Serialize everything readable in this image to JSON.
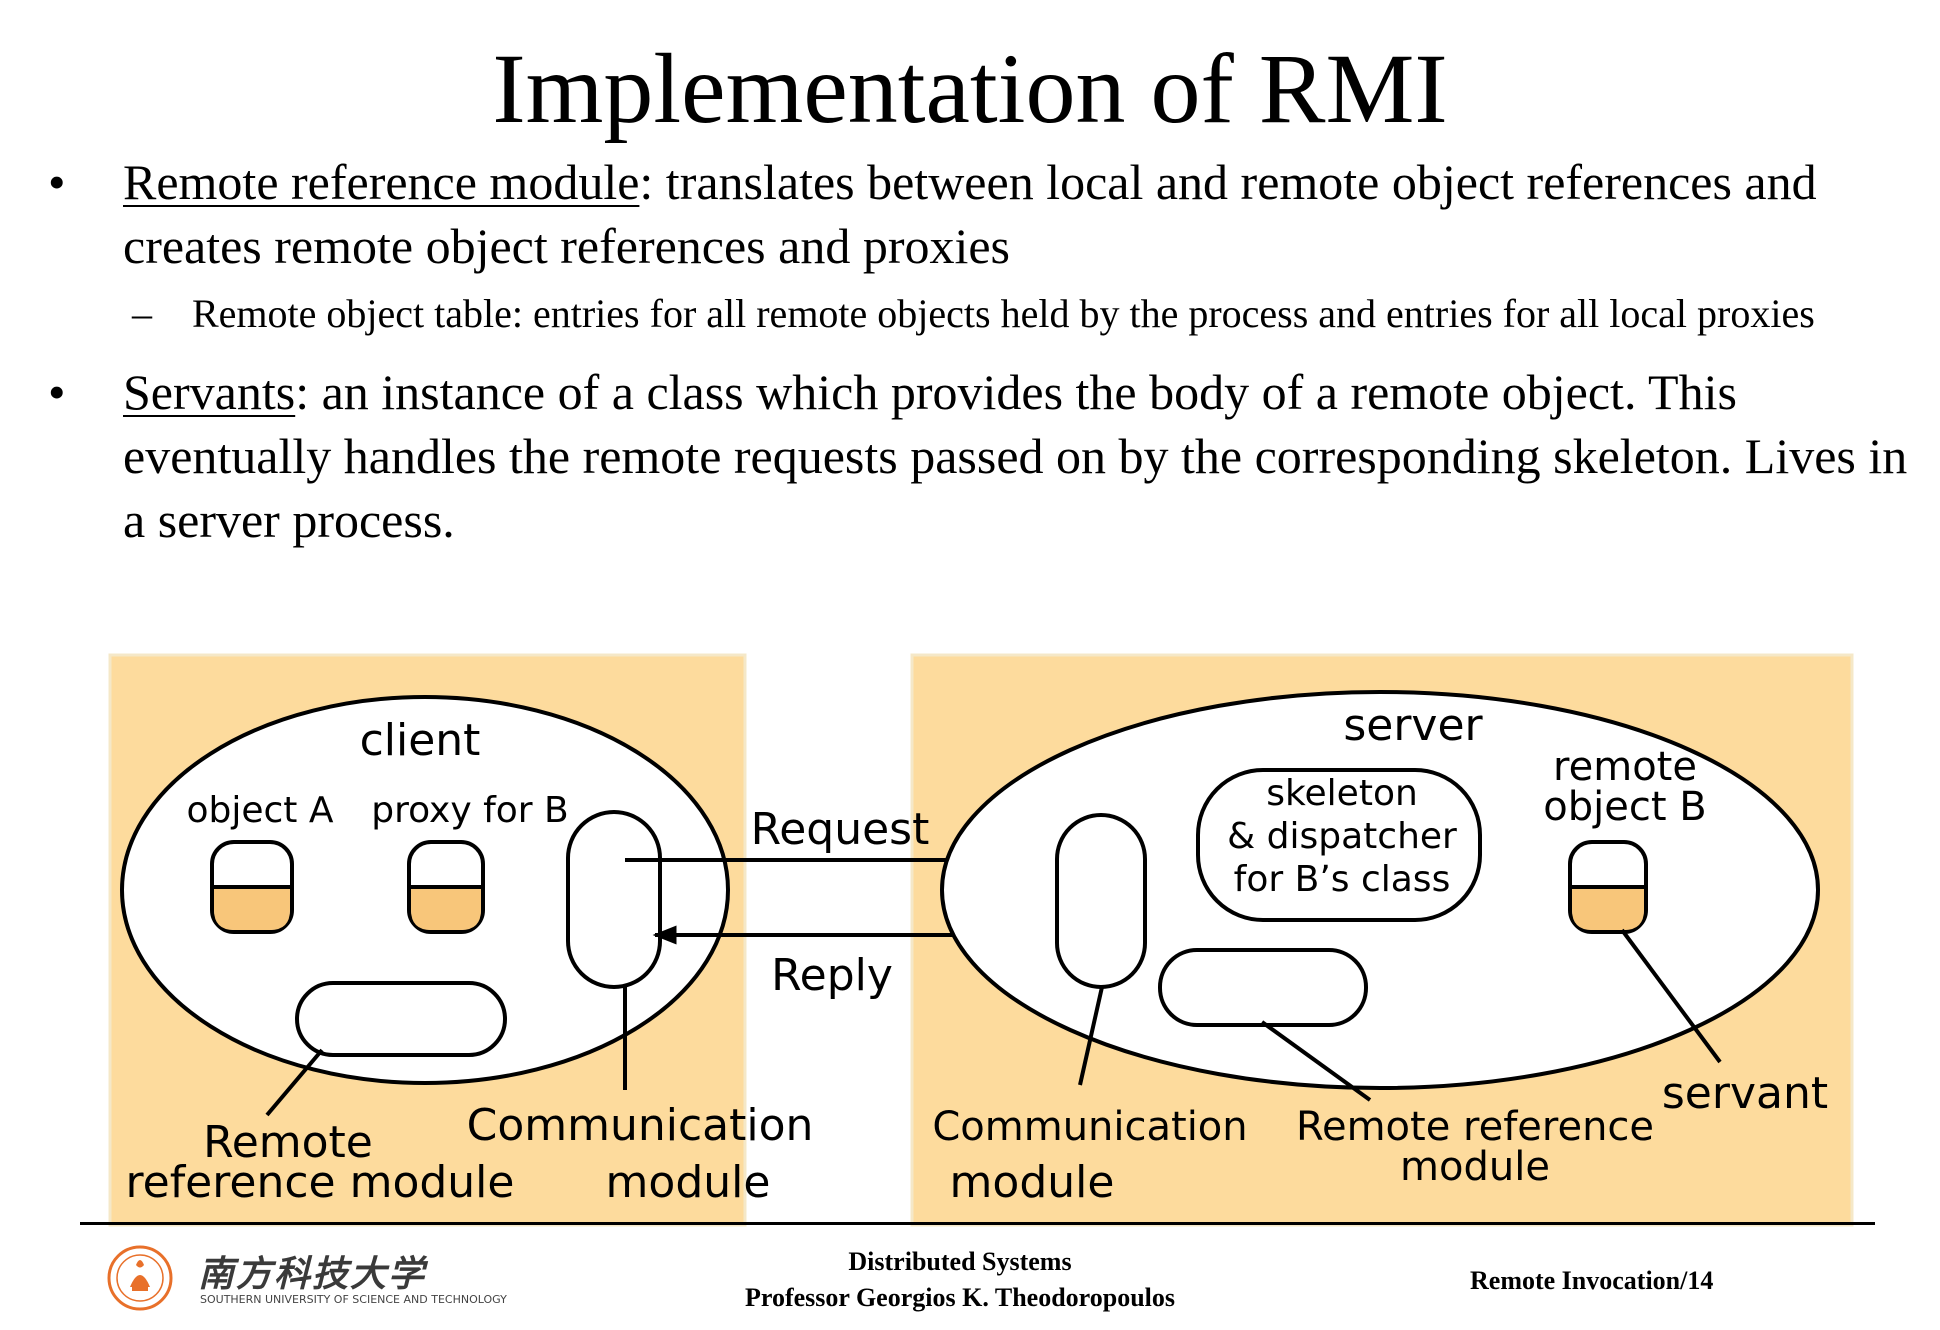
{
  "slide": {
    "title": "Implementation of RMI",
    "bullets": [
      {
        "marker": "•",
        "term": "Remote reference module",
        "text": ": translates between local and remote object references and creates remote object references and proxies",
        "sub": {
          "marker": "–",
          "text": "Remote object table: entries for all remote objects held by the process and entries for all local proxies"
        }
      },
      {
        "marker": "•",
        "term": "Servants",
        "text": ": an instance of a class which provides the body of a remote object. This  eventually handles the remote requests passed on by the corresponding skeleton. Lives in a server process."
      }
    ]
  },
  "diagram": {
    "client_label": "client",
    "object_a_label": "object A",
    "proxy_label": "proxy for B",
    "request_label": "Request",
    "reply_label": "Reply",
    "server_label": "server",
    "skeleton_label": [
      "skeleton",
      "& dispatcher",
      "for B’s class"
    ],
    "remote_object_label": [
      "remote",
      "object B"
    ],
    "client_rrm_label": [
      "Remote",
      "reference module"
    ],
    "client_comm_label": [
      "Communication",
      "module"
    ],
    "server_comm_label": [
      "Communication",
      "module"
    ],
    "server_rrm_label": [
      "Remote reference",
      "module"
    ],
    "servant_label": "servant",
    "colors": {
      "panel": "#fddb9d",
      "fill": "#f8c67a",
      "stroke": "#000000"
    }
  },
  "footer": {
    "course": "Distributed Systems",
    "professor": "Professor  Georgios K. Theodoropoulos",
    "page": "Remote Invocation/14",
    "logo_cn": "南方科技大学",
    "logo_en": "SOUTHERN UNIVERSITY OF SCIENCE AND TECHNOLOGY"
  }
}
